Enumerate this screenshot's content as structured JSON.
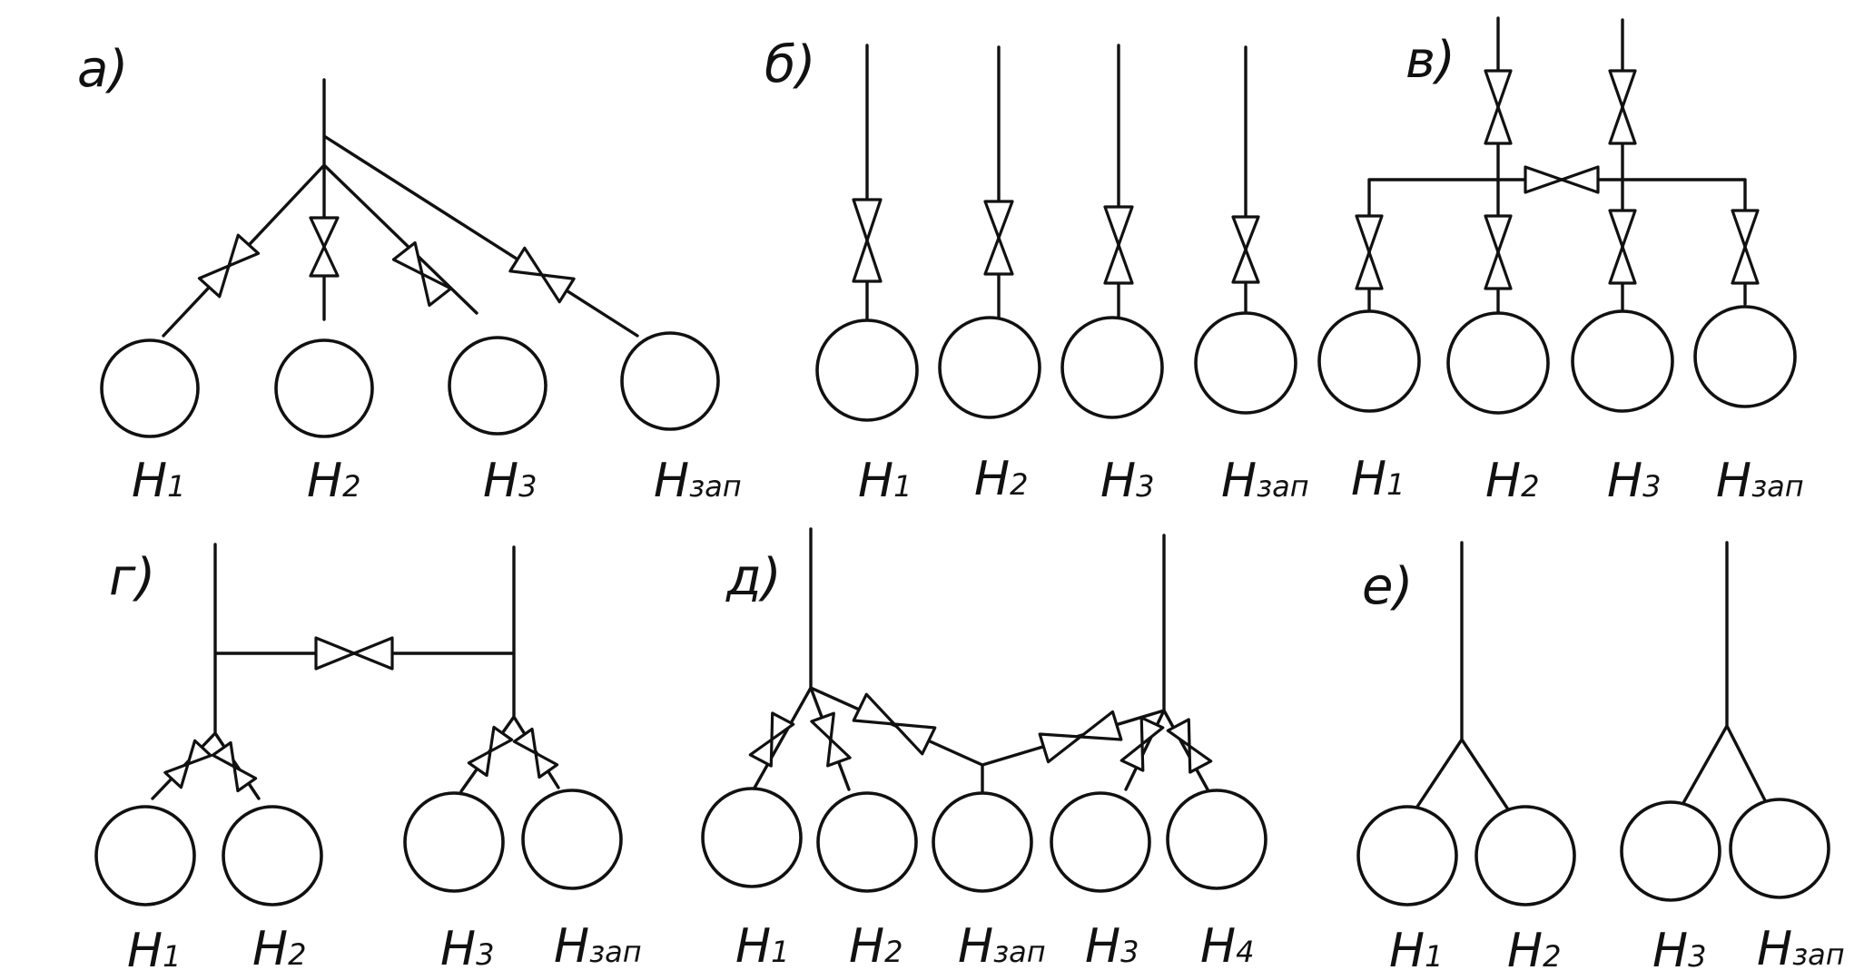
{
  "panels": {
    "a": "a)",
    "b": "б)",
    "v": "в)",
    "g": "г)",
    "d": "д)",
    "e": "е)"
  },
  "labels": {
    "a": [
      [
        "H",
        "1"
      ],
      [
        "H",
        "2"
      ],
      [
        "H",
        "3"
      ],
      [
        "H",
        "зап"
      ]
    ],
    "b": [
      [
        "H",
        "1"
      ],
      [
        "H",
        "2"
      ],
      [
        "H",
        "3"
      ],
      [
        "H",
        "зап"
      ]
    ],
    "v": [
      [
        "H",
        "1"
      ],
      [
        "H",
        "2"
      ],
      [
        "H",
        "3"
      ],
      [
        "H",
        "зап"
      ]
    ],
    "g": [
      [
        "H",
        "1"
      ],
      [
        "H",
        "2"
      ],
      [
        "H",
        "3"
      ],
      [
        "H",
        "зап"
      ]
    ],
    "d": [
      [
        "H",
        "1"
      ],
      [
        "H",
        "2"
      ],
      [
        "H",
        "зап"
      ],
      [
        "H",
        "3"
      ],
      [
        "H",
        "4"
      ]
    ],
    "e": [
      [
        "H",
        "1"
      ],
      [
        "H",
        "2"
      ],
      [
        "H",
        "3"
      ],
      [
        "H",
        "зап"
      ]
    ]
  }
}
